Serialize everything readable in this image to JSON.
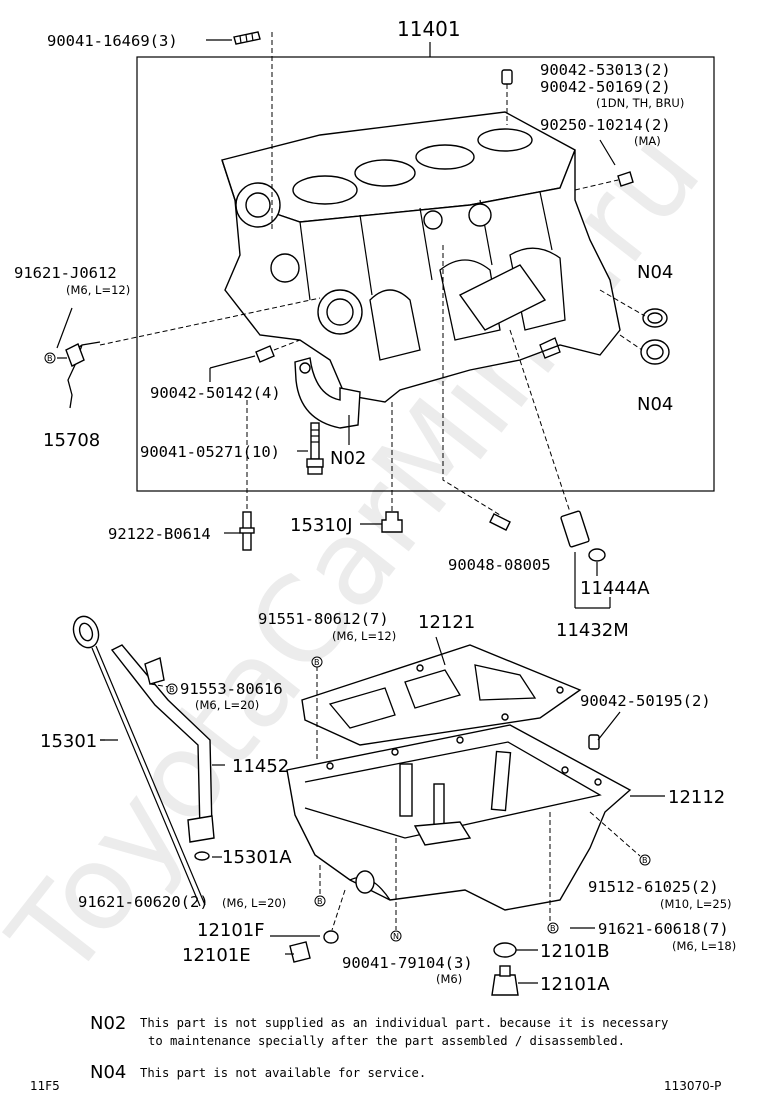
{
  "watermark": "ToyotaCarMine.ru",
  "parts": {
    "p11401": "11401",
    "p90041_16469": "90041-16469(3)",
    "p90042_53013": "90042-53013(2)",
    "p90042_50169": "90042-50169(2)",
    "p90042_50169_note": "(1DN, TH, BRU)",
    "p90250_10214": "90250-10214(2)",
    "p90250_10214_note": "(MA)",
    "p91621_J0612": "91621-J0612",
    "p91621_J0612_note": "(M6, L=12)",
    "pN04a": "N04",
    "pN04b": "N04",
    "p90042_50142": "90042-50142(4)",
    "p15708": "15708",
    "p90041_05271": "90041-05271(10)",
    "pN02": "N02",
    "p92122_B0614": "92122-B0614",
    "p15310J": "15310J",
    "p90048_08005": "90048-08005",
    "p11444A": "11444A",
    "p11432M": "11432M",
    "p91551_80612": "91551-80612(7)",
    "p91551_80612_note": "(M6, L=12)",
    "p12121": "12121",
    "p91553_80616": "91553-80616",
    "p91553_80616_note": "(M6, L=20)",
    "p90042_50195": "90042-50195(2)",
    "p15301": "15301",
    "p11452": "11452",
    "p12112": "12112",
    "p15301A": "15301A",
    "p91512_61025": "91512-61025(2)",
    "p91512_61025_note": "(M10, L=25)",
    "p91621_60620": "91621-60620(2)",
    "p91621_60620_note": "(M6, L=20)",
    "p91621_60618": "91621-60618(7)",
    "p91621_60618_note": "(M6, L=18)",
    "p12101F": "12101F",
    "p12101E": "12101E",
    "p12101B": "12101B",
    "p12101A": "12101A",
    "p90041_79104": "90041-79104(3)",
    "p90041_79104_note": "(M6)"
  },
  "markers": {
    "b": "B",
    "n": "N"
  },
  "legend": {
    "n02_code": "N02",
    "n02_line1": "This part is not supplied as an individual part. because it is necessary",
    "n02_line2": "to maintenance specially after the part assembled / disassembled.",
    "n04_code": "N04",
    "n04_line1": "This part is not available for service."
  },
  "footer": {
    "left_code": "11F5",
    "right_code": "113070-P"
  }
}
